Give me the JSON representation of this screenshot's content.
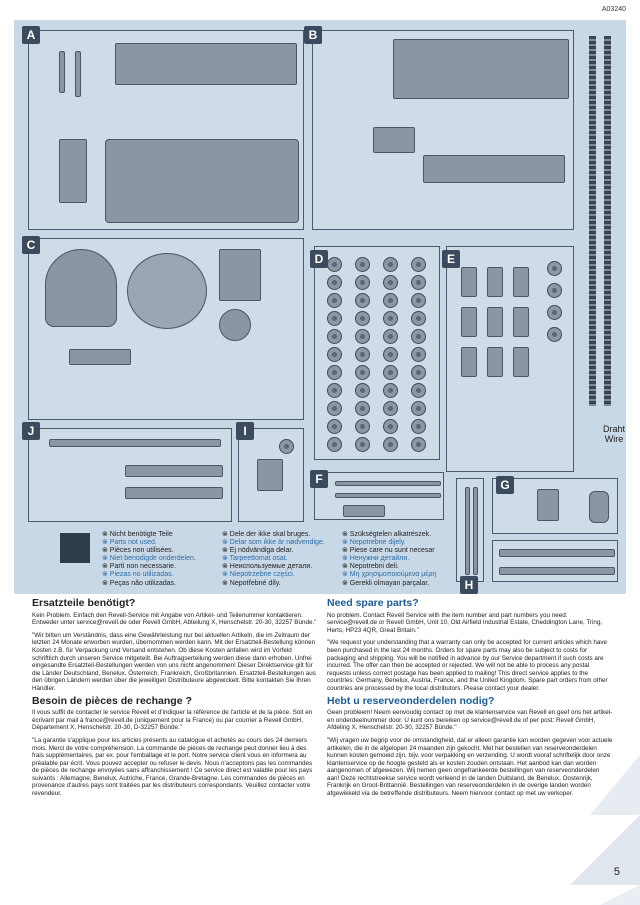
{
  "doc_code": "A03240",
  "page_number": "5",
  "sprues": {
    "A": "A",
    "B": "B",
    "C": "C",
    "D": "D",
    "E": "E",
    "F": "F",
    "G": "G",
    "H": "H",
    "I": "I",
    "J": "J"
  },
  "wire": {
    "line1": "Draht",
    "line2": "Wire"
  },
  "legend": {
    "col1": [
      "Nicht benötigte Teile",
      "Parts not used.",
      "Pièces non utilisées.",
      "Niet benodigde onderdelen.",
      "Partì non necessarie.",
      "Piezas no utilizadas.",
      "Peças não utilizadas."
    ],
    "col2": [
      "Dele der ikke skal bruges.",
      "Delar som ikke är nødvendige.",
      "Ej nödvändiga delar.",
      "Tarpeettomat osat.",
      "Неиспользуемые детали.",
      "Niepotrzebne części.",
      "Nepotřebné díly."
    ],
    "col3": [
      "Szükségtelen alkatrészek.",
      "Nepotrebne dijely.",
      "Piese care nu sunt necesar",
      "Ненужни детайли.",
      "Nepotrebni deli.",
      "Μη χρησιμοποιούμενα μέρη",
      "Gerekli olmayan parçalar."
    ]
  },
  "sections": {
    "de": {
      "title": "Ersatzteile benötigt?",
      "p1": "Kein Problem. Einfach den Revell-Service mit Angabe von Artikel- und Teilenummer kontaktieren. Entweder unter service@revell.de oder Revell GmbH, Abteilung X, Henschelstr. 20-30, 32257 Bünde.\"",
      "p2": "\"Wir bitten um Verständnis, dass eine Gewährleistung nur bei aktuellen Artikeln, die im Zeitraum der letzten 24 Monate erworben wurden, übernommen werden kann. Mit der Ersatzteil-Bestellung können Kosten z.B. für Verpackung und Versand entstehen. Ob diese Kosten anfallen wird im Vorfeld schriftlich durch unseren Service mitgeteilt. Bei Auftragserteilung werden diese dann erhoben. Unfrei eingesandte Ersatzteil-Bestellungen werden von uns nicht angenommen! Dieser Direktservice gilt für die Länder Deutschland, Benelux, Österreich, Frankreich, Großbritannien. Ersatzteil-Bestellungen aus den übrigen Ländern werden über die jeweiligen Distributeure abgewickelt. Bitte kontakten Sie Ihren Händler."
    },
    "fr": {
      "title": "Besoin de pièces de rechange ?",
      "p1": "Il vous suffit de contacter le service Revell et d'indiquer la référence de l'article et de la pièce. Soit en écrivant par mail à france@revell.de (uniquement pour la France) ou par courrier à Revell GmbH, Département X, Henschelstr. 20-30, D-32257 Bünde.\"",
      "p2": "\"La garantie s'applique pour les articles présents au catalogue et achetés au cours des 24 derniers mois. Merci de votre compréhension. La commande de pièces de rechange peut donner lieu à des frais supplémentaires, par ex. pour l'emballage et le port. Notre service client vous en informera au préalable par écrit. Vous pouvez accepter ou refuser le devis. Nous n'acceptons pas les commandes de pièces de rechange envoyées sans affranchissement ! Ce service direct est valable pour les pays suivants : Allemagne, Benelux, Autriche, France, Grande-Bretagne. Les commandes de pièces en provenance d'autres pays sont traitées par les distributeurs correspondants. Veuillez contacter votre revendeur."
    },
    "en": {
      "title": "Need spare parts?",
      "p1": "No problem. Contact Revell Service with the item number and part numbers you need: service@revell.de or Revell GmbH, Unit 10, Old Airfield Industrial Estate, Cheddington Lane, Tring, Herts, HP23 4QR, Great Britain.\"",
      "p2": "\"We request your understanding that a warranty can only be accepted for current articles which have been purchased in the last 24 months. Orders for spare parts may also be subject to costs for packaging and shipping. You will be notified in advance by our Service department if such costs are incurred. The offer can then be accepted or rejected. We will not be able to process any postal requests unless correct postage has been applied to mailing! This direct service applies to the countries: Germany, Benelux, Austria, France, and the United Kingdom. Spare part orders from other countries are processed by the local distributors. Please contact your dealer."
    },
    "nl": {
      "title": "Hebt u reserveonderdelen nodig?",
      "p1": "Geen probleem! Neem eenvoudig contact op met de klantenservice van Revell en geef ons het artikel- en onderdeelnummer door. U kunt ons bereiken op service@revell.de of per post: Revell GmbH, Afdeling X, Henschelstr. 20-30, 32257 Bünde.\"",
      "p2": "\"Wij vragen uw begrip voor de omstandigheid, dat er alleen garantie kan worden gegeven voor actuele artikelen, die in de afgelopen 24 maanden zijn gekocht. Met het bestellen van reserveonderdelen kunnen kosten gemoeid zijn, bijv. voor verpakking en verzending. U wordt vooraf schriftelijk door onze klantenservice op de hoogte gesteld als er kosten zouden ontstaan. Het aanbod kan dan worden aangenomen of afgewezen. Wij nemen geen ongefrankeerde bestellingen van reserveonderdelen aan! Deze rechtstreekse service wordt verleend in de landen Duitsland, de Benelux, Oostenrijk, Frankrijk en Groot-Brittannië. Bestellingen van reserveonderdelen in de overige landen worden afgewikkeld via de betreffende distributeurs. Neem hiervoor contact op met uw verkoper."
    }
  }
}
